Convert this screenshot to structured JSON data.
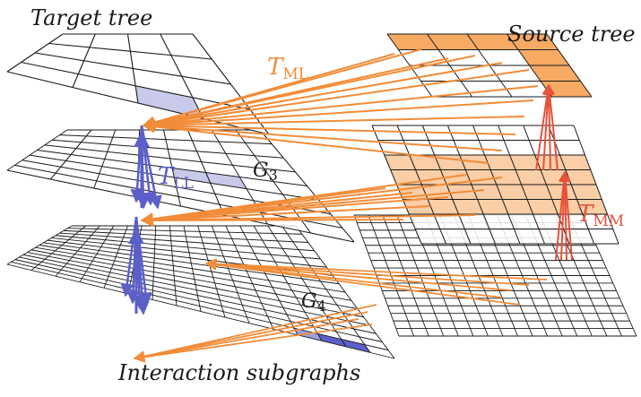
{
  "labels": {
    "target_tree": "Target tree",
    "source_tree": "Source tree",
    "interaction_subgraphs": "Interaction subgraphs"
  },
  "operators": {
    "ml": {
      "main": "T",
      "sub": "ML"
    },
    "ll": {
      "main": "T",
      "sub": "LL"
    },
    "mm": {
      "main": "T",
      "sub": "MM"
    }
  },
  "levels": {
    "g3": {
      "main": "G",
      "sub": "3"
    },
    "g4": {
      "main": "G",
      "sub": "4"
    }
  },
  "colors": {
    "orange": "#f28c38",
    "orange_fill": "#f5a55c",
    "blue": "#5b5fc7",
    "blue_fill": "#c9c9ea",
    "red": "#e8503a",
    "grid": "#1a1a1a",
    "grid_faint": "#d0d0d0"
  }
}
